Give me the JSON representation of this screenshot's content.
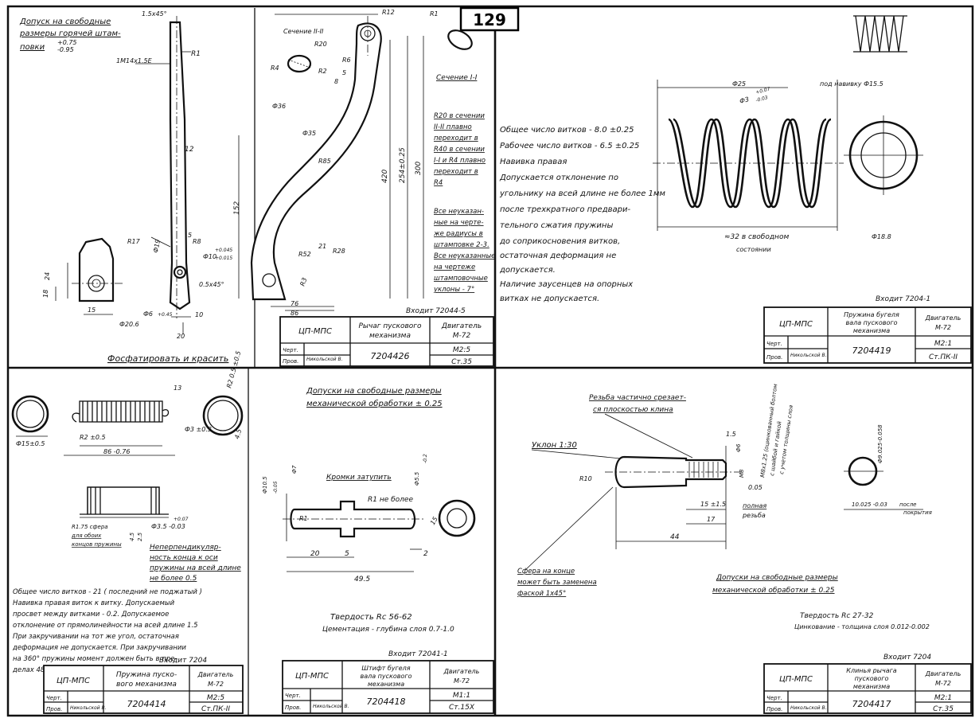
{
  "page_number": "129",
  "panel_1": {
    "tolerance_note": [
      "Допуск на свободные",
      "размеры горячей штам-",
      "повки",
      "+0.75",
      "-0.95"
    ],
    "labels": [
      "1.5x45°",
      "1М14x1.5Е",
      "R1",
      "12",
      "R17",
      "R8",
      "Ф19",
      "Ф10",
      "+0.045",
      "+0.015",
      "0.5x45°",
      "20",
      "15",
      "24",
      "18",
      "5",
      "10",
      "Ф6",
      "+0.45",
      "Ф20.6",
      "R12",
      "R6",
      "R20",
      "R2",
      "R4",
      "8",
      "5",
      "Ф36",
      "Ф35",
      "R85",
      "152",
      "R3",
      "R52",
      "76",
      "86",
      "420",
      "21",
      "R28",
      "254±0.25",
      "300",
      "R1"
    ],
    "section_ii": "Сечение II-II",
    "section_i": "Сечение I-I",
    "notes": [
      "R20 в сечении",
      "II-II плавно",
      "переходит в",
      "R40 в сечении",
      "I-I и R4 плавно",
      "переходит в",
      "R4",
      "Все неуказан-",
      "ные на черте-",
      "же радиусы в",
      "штамповке 2-3.",
      "Все неуказанные",
      "на чертеже",
      "штамповочные",
      "уклоны - 7°"
    ],
    "enters": "Входит 72044-5",
    "finish": "Фосфатировать и красить",
    "title_block": {
      "org": "ЦП-МПС",
      "name": [
        "Рычаг пускового",
        "механизма"
      ],
      "engine": [
        "Двигатель",
        "М-72"
      ],
      "number": "7204426",
      "scale": "М2:5",
      "material": "Ст.35",
      "row1": "Черт.",
      "row2": "Пров.",
      "sig_name": "Никольской В."
    }
  },
  "panel_2": {
    "coils_total": "Общее число витков - 8.0 ±0.25",
    "coils_work": "Рабочее число витков - 6.5 ±0.25",
    "notes": [
      "Навивка правая",
      "Допускается отклонение по",
      "угольнику на всей длине не более 1мм",
      "после трехкратного предвари-",
      "тельного сжатия пружины",
      "до соприкосновения витков,",
      "остаточная деформация не",
      "допускается.",
      "Наличие заусенцев на опорных",
      "витках не допускается."
    ],
    "labels": [
      "Ф25",
      "Ф3",
      "-0.03",
      "+0.07",
      "под навивку Ф15.5",
      "≈32 в свободном",
      "состоянии",
      "Ф18.8"
    ],
    "enters": "Входит 7204-1",
    "title_block": {
      "org": "ЦП-МПС",
      "name": [
        "Пружина бугеля",
        "вала пускового",
        "механизма"
      ],
      "engine": [
        "Двигатель",
        "М-72"
      ],
      "number": "7204419",
      "scale": "М2:1",
      "material": "Ст.ПК-II",
      "row1": "Черт.",
      "row2": "Пров.",
      "sig_name": "Никольской В."
    }
  },
  "panel_3": {
    "labels": [
      "Ф15±0.5",
      "R2 ±0.5",
      "86 -0.76",
      "Ф3 ±0.3",
      "13",
      "R2 0.5 ±0.5",
      "4.5",
      "R1.75 сфера",
      "для обоих",
      "концов пружины",
      "Ф3.5 -0.03",
      "+0.07",
      "4.5",
      "2.5"
    ],
    "nonperp": [
      "Неперпендикуляр-",
      "ность конца к оси",
      "пружины на всей длине",
      "не более 0.5"
    ],
    "notes": [
      "Общее число витков - 21 ( последний не поджатый )",
      "Навивка правая виток к витку. Допускаемый",
      "просвет между витками - 0.2. Допускаемое",
      "отклонение от прямолинейности на всей длине 1.5",
      "При закручивании на тот же угол, остаточная",
      "деформация не допускается. При закручивании",
      "на 360° пружины момент должен быть в пре-",
      "делах 48-56 кгр.см"
    ],
    "enters": "Входит 7204",
    "title_block": {
      "org": "ЦП-МПС",
      "name": [
        "Пружина пуско-",
        "вого механизма"
      ],
      "engine": [
        "Двигатель",
        "М-72"
      ],
      "number": "7204414",
      "scale": "М2:5",
      "material": "Ст.ПК-II",
      "row1": "Черт.",
      "row2": "Пров.",
      "sig_name": "Никольской В."
    }
  },
  "panel_4": {
    "tolerance_note": [
      "Допуски на свободные размеры",
      "механической обработки ± 0.25"
    ],
    "labels": [
      "Кромки затупить",
      "R1 не более",
      "Ф10.5",
      "-0.05",
      "Ф5.5",
      "-0.2",
      "R1",
      "Ф7",
      "20",
      "5",
      "2",
      "49.5",
      "15"
    ],
    "hardness": "Твердость Rc 56-62",
    "cementation": "Цементация - глубина слоя 0.7-1.0",
    "enters": "Входит 72041-1",
    "title_block": {
      "org": "ЦП-МПС",
      "name": [
        "Штифт бугеля",
        "вала пускового",
        "механизма"
      ],
      "engine": [
        "Двигатель",
        "М-72"
      ],
      "number": "7204418",
      "scale": "М1:1",
      "material": "Ст.15Х",
      "row1": "Черт.",
      "row2": "Пров.",
      "sig_name": "Никольской В."
    }
  },
  "panel_5": {
    "thread_note": [
      "Резьба частично срезает-",
      "ся плоскостью клина"
    ],
    "taper": "Уклон 1:30",
    "labels": [
      "R10",
      "1.5",
      "Ф6",
      "М8",
      "0.05",
      "15 ±1.5",
      "полная",
      "резьба",
      "17",
      "44",
      "Ф9.025-0.058",
      "10.025 -0.03",
      "после",
      "покрытия"
    ],
    "vertical_note": [
      "М8x1.25 (оцинкованный болтом",
      "с шайбой и гайкой",
      "с учетом толщины слоя"
    ],
    "sphere_note": [
      "Сфера на конце",
      "может быть заменена",
      "фаской 1x45°"
    ],
    "tolerance_note": [
      "Допуски на свободные размеры",
      "механической обработки ± 0.25"
    ],
    "hardness": "Твердость Rc 27-32",
    "coating": "Цинкование - толщина слоя 0.012-0.002",
    "enters": "Входит 7204",
    "title_block": {
      "org": "ЦП-МПС",
      "name": [
        "Клинья рычага",
        "пускового",
        "механизма"
      ],
      "engine": [
        "Двигатель",
        "М-72"
      ],
      "number": "7204417",
      "scale": "М2:1",
      "material": "Ст.35",
      "row1": "Черт.",
      "row2": "Пров.",
      "sig_name": "Никольской В."
    }
  }
}
